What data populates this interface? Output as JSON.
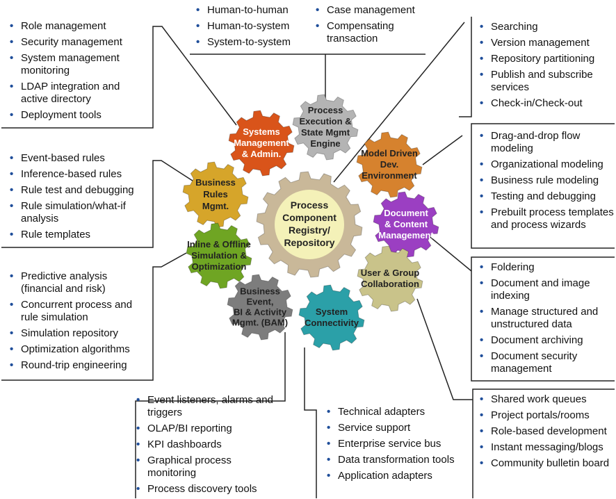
{
  "top_panel": {
    "col1": [
      "Human-to-human",
      "Human-to-system",
      "System-to-system"
    ],
    "col2": [
      "Case management",
      "Compensating transaction"
    ]
  },
  "top_left_panel": [
    "Role management",
    "Security management",
    "System management monitoring",
    "LDAP integration and active directory",
    "Deployment tools"
  ],
  "mid_left_panel": [
    "Event-based rules",
    "Inference-based rules",
    "Rule test and debugging",
    "Rule simulation/what-if analysis",
    "Rule templates"
  ],
  "low_left_panel": [
    "Predictive analysis (financial and risk)",
    "Concurrent process and rule simulation",
    "Simulation repository",
    "Optimization algorithms",
    "Round-trip engineering"
  ],
  "bottom_left_panel": [
    "Event listeners, alarms and triggers",
    "OLAP/BI reporting",
    "KPI dashboards",
    "Graphical process monitoring",
    "Process discovery tools"
  ],
  "bottom_mid_panel": [
    "Technical adapters",
    "Service support",
    "Enterprise service bus",
    "Data transformation tools",
    "Application adapters"
  ],
  "top_right_panel": [
    "Searching",
    "Version management",
    "Repository partitioning",
    "Publish and subscribe services",
    "Check-in/Check-out"
  ],
  "mid_right_panel": [
    "Drag-and-drop flow modeling",
    "Organizational modeling",
    "Business rule modeling",
    "Testing and debugging",
    "Prebuilt process templates and process wizards"
  ],
  "low_right_panel": [
    "Foldering",
    "Document and image indexing",
    "Manage structured and unstructured data",
    "Document archiving",
    "Document security management"
  ],
  "bottom_right_panel": [
    "Shared work queues",
    "Project portals/rooms",
    "Role-based development",
    "Instant messaging/blogs",
    "Community bulletin board"
  ],
  "gears": {
    "center": [
      "Process",
      "Component",
      "Registry/",
      "Repository"
    ],
    "process_execution": [
      "Process",
      "Execution &",
      "State Mgmt",
      "Engine"
    ],
    "systems_mgmt": [
      "Systems",
      "Management",
      "& Admin."
    ],
    "model_driven": [
      "Model Driven",
      "Dev.",
      "Environment"
    ],
    "business_rules": [
      "Business",
      "Rules",
      "Mgmt."
    ],
    "document_content": [
      "Document",
      "& Content",
      "Management"
    ],
    "inline_offline": [
      "Inline & Offline",
      "Simulation &",
      "Optimization"
    ],
    "user_group": [
      "User & Group",
      "Collaboration"
    ],
    "business_event": [
      "Business",
      "Event,",
      "BI & Activity",
      "Mgmt. (BAM)"
    ],
    "system_connectivity": [
      "System",
      "Connectivity"
    ]
  },
  "colors": {
    "bullet": "#1f4e9a",
    "center_gear": "#c9b899",
    "process_execution_gear": "#b4b4b4",
    "systems_mgmt_gear": "#d9541a",
    "model_driven_gear": "#d6822e",
    "business_rules_gear": "#d6a52a",
    "document_content_gear": "#9b3fc2",
    "inline_offline_gear": "#6fa523",
    "user_group_gear": "#c9c38a",
    "business_event_gear": "#7d7d7d",
    "system_connectivity_gear": "#2ba0a8"
  }
}
